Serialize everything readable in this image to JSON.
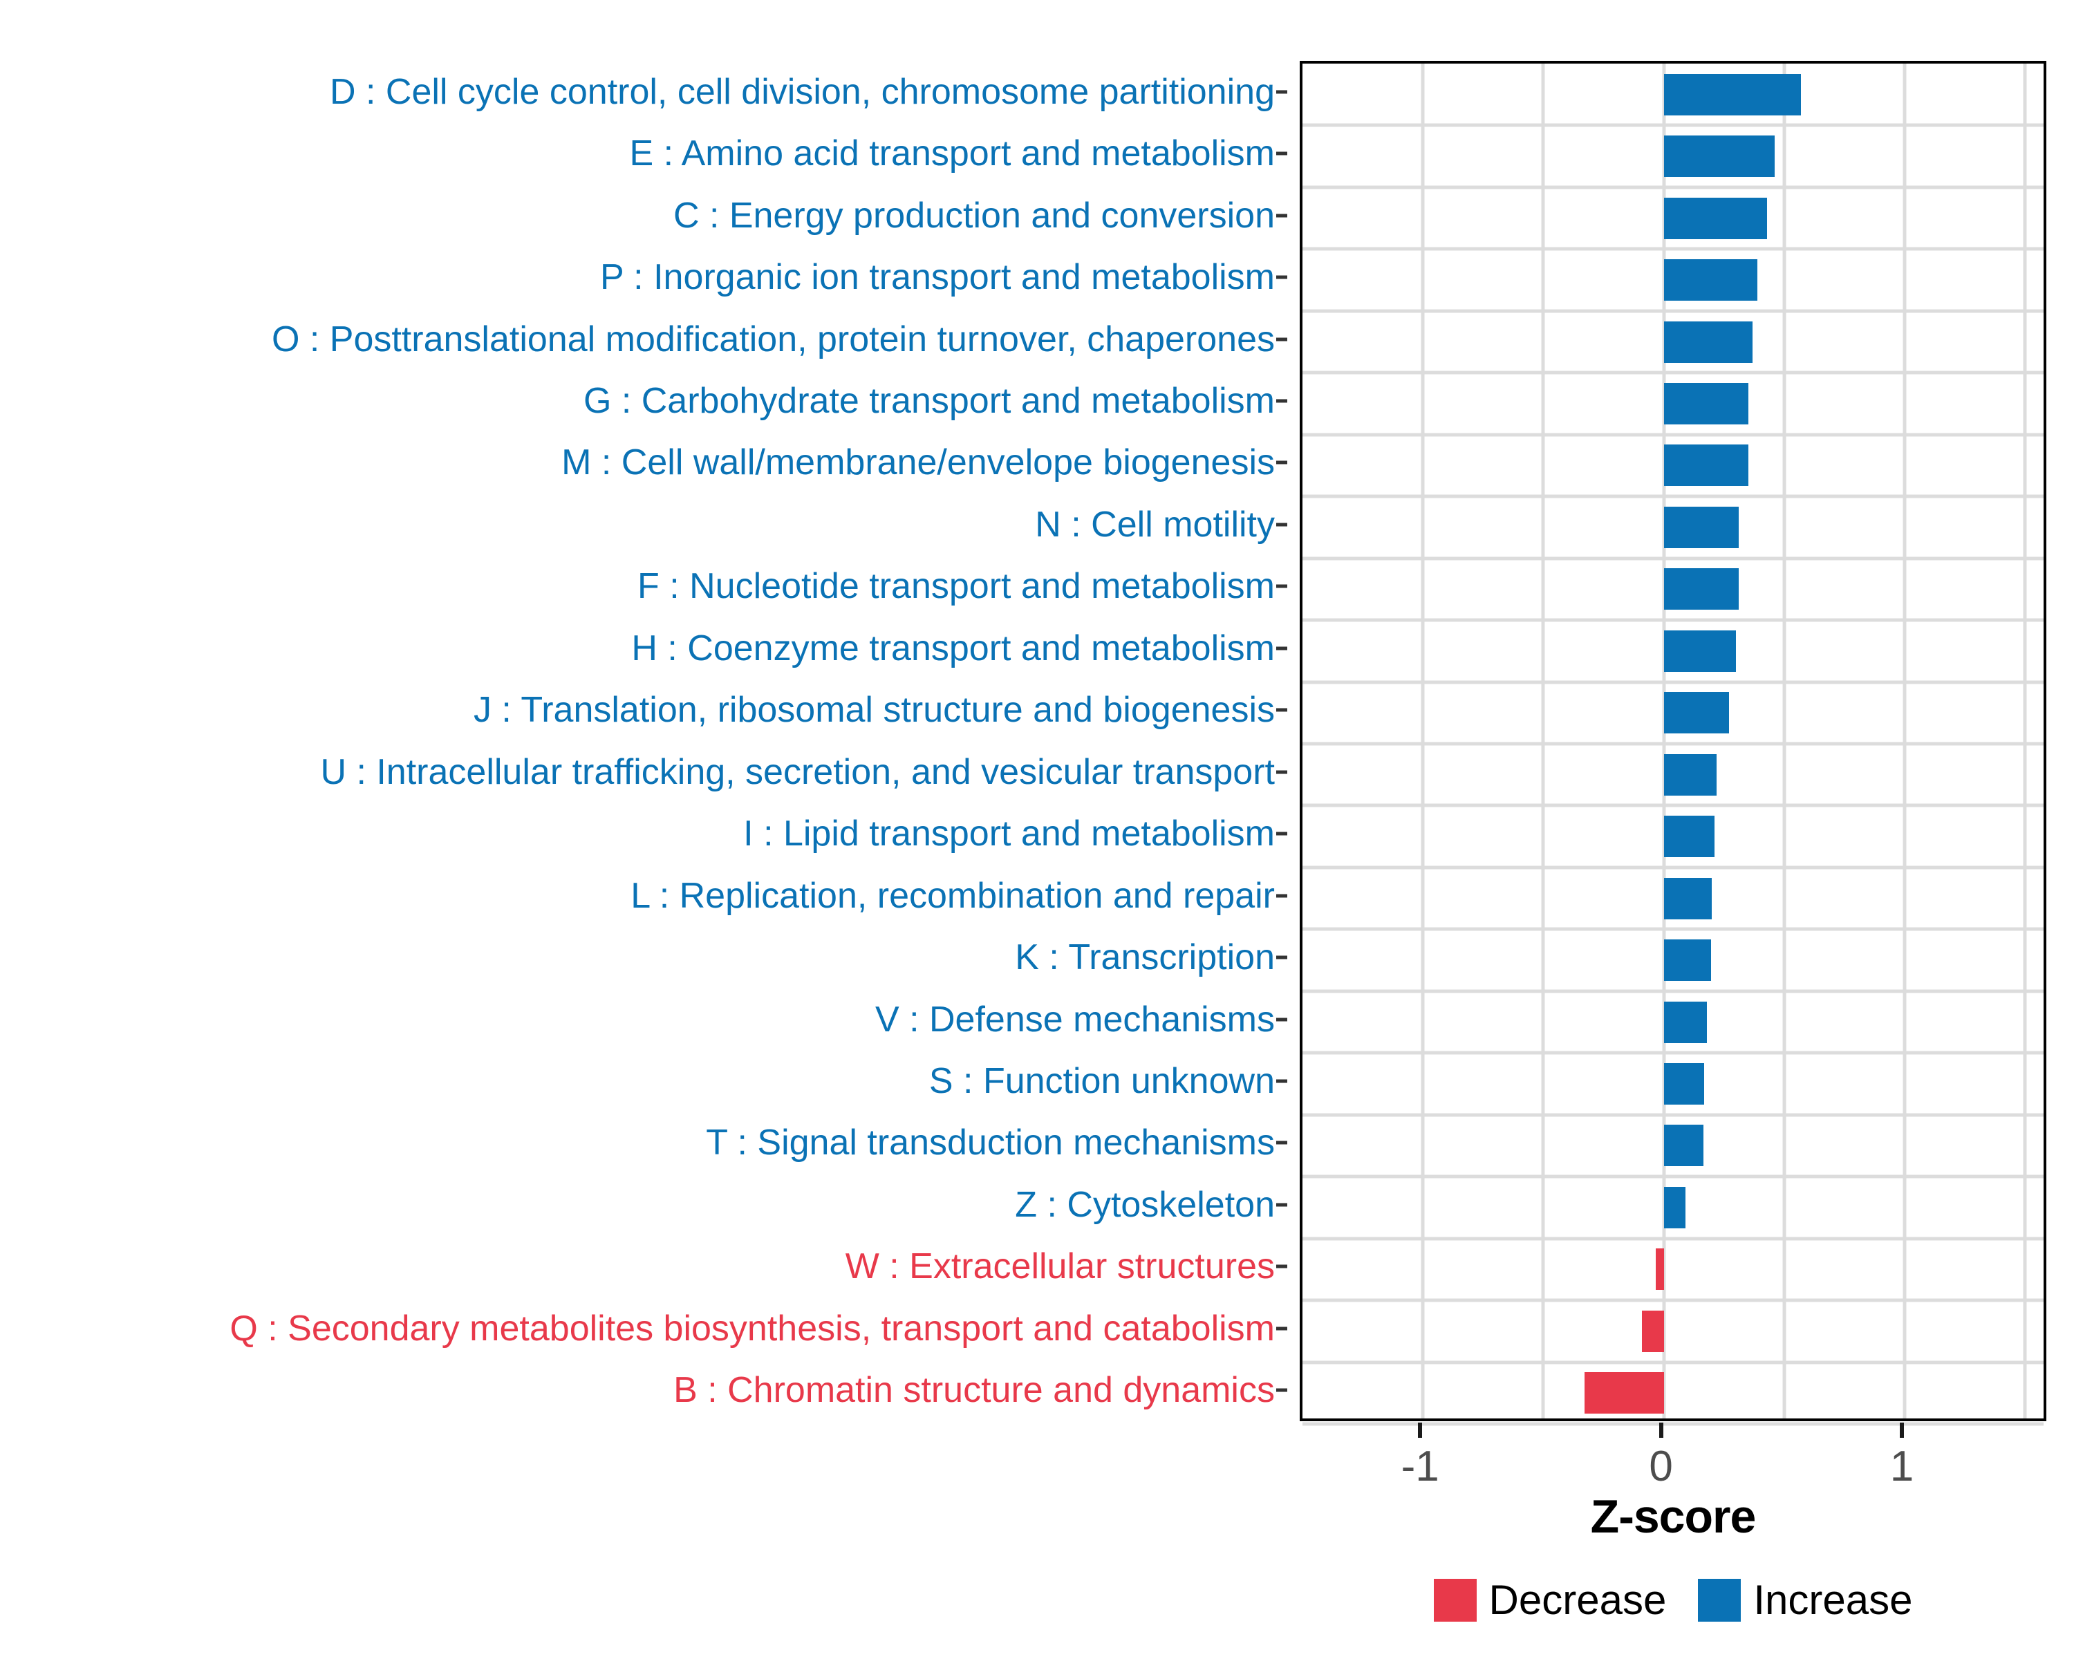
{
  "chart_data": {
    "type": "bar",
    "orientation": "horizontal",
    "title": "",
    "xlabel": "Z-score",
    "ylabel": "",
    "xlim": [
      -1.5,
      1.6
    ],
    "xticks": [
      -1,
      0,
      1
    ],
    "xticklabels": [
      "-1",
      "0",
      "1"
    ],
    "grid": true,
    "legend_position": "bottom",
    "categories": [
      "D : Cell cycle control, cell division, chromosome partitioning",
      "E : Amino acid transport and metabolism",
      "C : Energy production and conversion",
      "P : Inorganic ion transport and metabolism",
      "O : Posttranslational modification, protein turnover, chaperones",
      "G : Carbohydrate transport and metabolism",
      "M : Cell wall/membrane/envelope biogenesis",
      "N : Cell motility",
      "F : Nucleotide transport and metabolism",
      "H : Coenzyme transport and metabolism",
      "J : Translation, ribosomal structure and biogenesis",
      "U : Intracellular trafficking, secretion, and vesicular transport",
      "I : Lipid transport and metabolism",
      "L : Replication, recombination and repair",
      "K : Transcription",
      "V : Defense mechanisms",
      "S : Function unknown",
      "T : Signal transduction mechanisms",
      "Z : Cytoskeleton",
      "W : Extracellular structures",
      "Q : Secondary metabolites biosynthesis, transport and catabolism",
      "B : Chromatin structure and dynamics"
    ],
    "values": [
      0.57,
      0.46,
      0.43,
      0.39,
      0.37,
      0.35,
      0.35,
      0.31,
      0.31,
      0.3,
      0.27,
      0.22,
      0.21,
      0.2,
      0.195,
      0.18,
      0.167,
      0.166,
      0.09,
      -0.033,
      -0.092,
      -0.33
    ],
    "groups": [
      "Increase",
      "Increase",
      "Increase",
      "Increase",
      "Increase",
      "Increase",
      "Increase",
      "Increase",
      "Increase",
      "Increase",
      "Increase",
      "Increase",
      "Increase",
      "Increase",
      "Increase",
      "Increase",
      "Increase",
      "Increase",
      "Increase",
      "Decrease",
      "Decrease",
      "Decrease"
    ]
  },
  "legend": {
    "entries": [
      {
        "label": "Decrease",
        "color": "#e8394a"
      },
      {
        "label": "Increase",
        "color": "#0a72b5"
      }
    ]
  },
  "colors": {
    "increase": "#0a72b5",
    "decrease": "#e8394a",
    "grid": "#dcdcdc",
    "axis": "#000000",
    "tick_label": "#4d4d4d"
  }
}
